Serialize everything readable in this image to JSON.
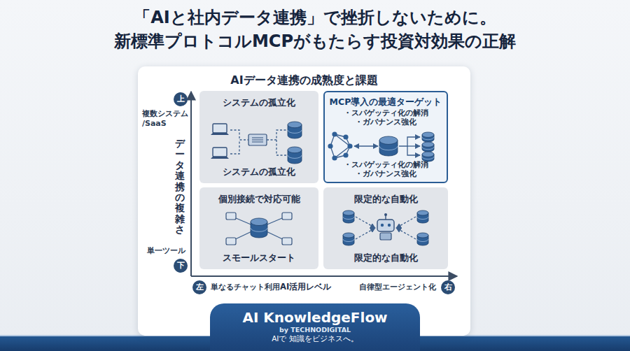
{
  "diagram": {
    "title": "「AIと社内データ連携」で挫折しないために。 新標準プロトコルMCPがもたらす投資対効果の正解",
    "nodes": [
      {
        "text": [
          "AIデータ連携の成熟度と課題"
        ]
      },
      {
        "text": [
          "上"
        ],
        "in": 0
      },
      {
        "text": [
          "システムの孤立化",
          "システムの孤立化"
        ],
        "in": 0
      },
      {
        "text": [
          "MCP導入の最適ターゲット",
          "・スパゲッティ化の解消",
          "・ガバナンス強化",
          "・スパゲッティ化の解消",
          "・ガバナンス強化"
        ],
        "in": 0
      },
      {
        "text": [
          "個別接続で対応可能",
          "スモールスタート"
        ],
        "in": 0
      },
      {
        "text": [
          "限定的な自動化",
          "限定的な自動化"
        ],
        "in": 0
      },
      {
        "text": [
          "下"
        ],
        "in": 0
      },
      {
        "text": [
          "左"
        ],
        "in": 0
      },
      {
        "text": [
          "右"
        ],
        "in": 0
      },
      {
        "text": [
          "AI KnowledgeFlow",
          "by TECHNODIGITAL",
          "AIで 知識をビジネスへ。"
        ]
      }
    ],
    "labels": [
      "複数システム /SaaS",
      "データ連携の複雑さ",
      "単一ツール",
      "単なるチャット利用",
      "AI活用レベル",
      "自律型エージェント化"
    ]
  }
}
